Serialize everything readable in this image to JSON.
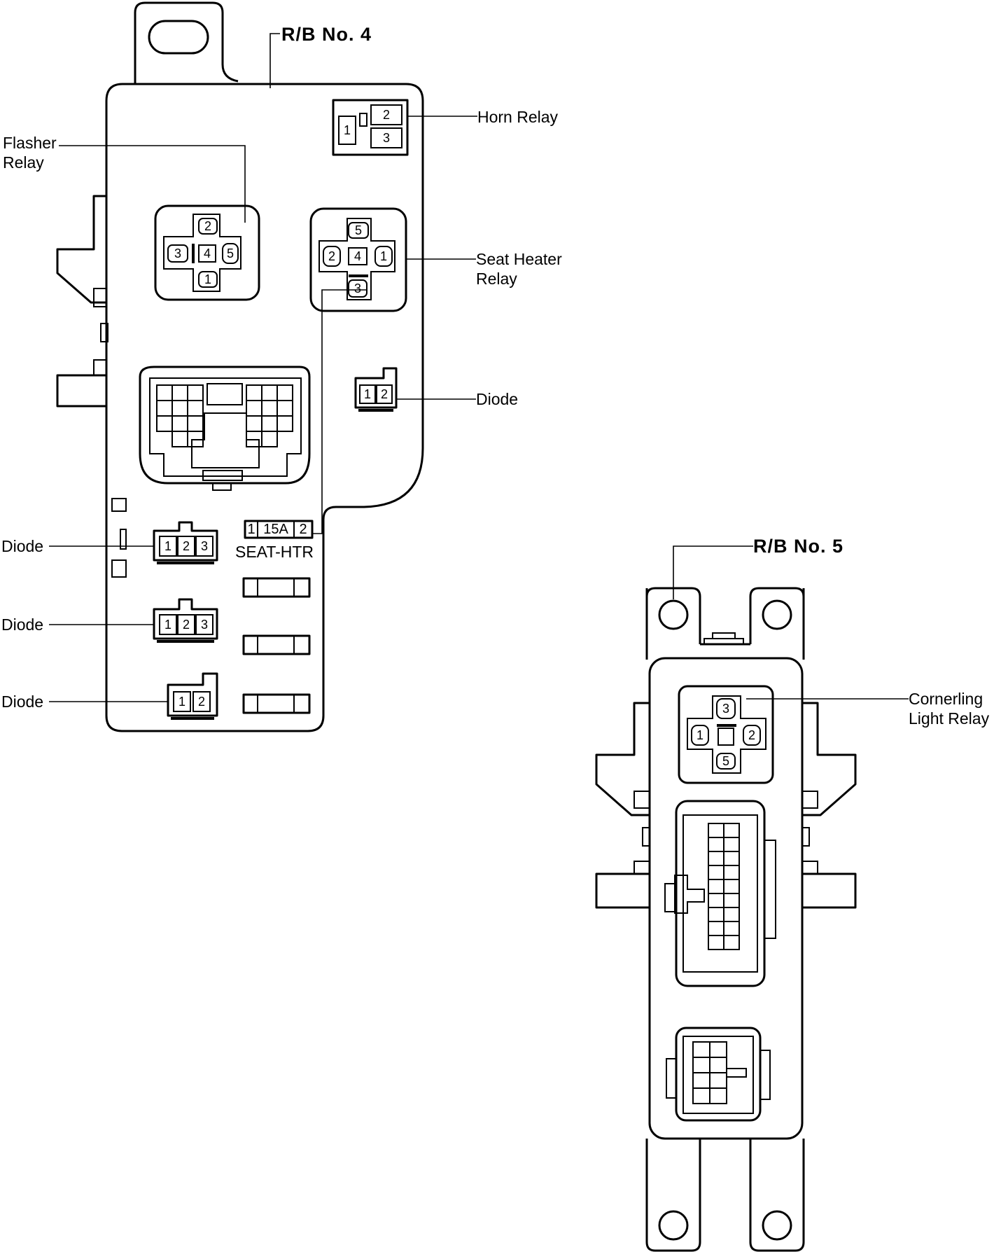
{
  "rb4": {
    "title": "R/B No. 4",
    "labels": {
      "horn_relay": "Horn Relay",
      "flasher_relay_line1": "Flasher",
      "flasher_relay_line2": "Relay",
      "seat_heater_relay_line1": "Seat Heater",
      "seat_heater_relay_line2": "Relay",
      "diode_right": "Diode",
      "diode_left_1": "Diode",
      "diode_left_2": "Diode",
      "diode_left_3": "Diode"
    },
    "horn_relay_pins": [
      "1",
      "2",
      "3"
    ],
    "flasher_relay_pins": [
      "2",
      "3",
      "4",
      "5",
      "1"
    ],
    "seat_heater_relay_pins": [
      "5",
      "2",
      "4",
      "1",
      "3"
    ],
    "diode_right_pins": [
      "1",
      "2"
    ],
    "diode_left_1_pins": [
      "1",
      "2",
      "3"
    ],
    "diode_left_2_pins": [
      "1",
      "2",
      "3"
    ],
    "diode_left_3_pins": [
      "1",
      "2"
    ],
    "fuse": {
      "pin_left": "1",
      "rating": "15A",
      "pin_right": "2",
      "name": "SEAT-HTR"
    }
  },
  "rb5": {
    "title": "R/B No. 5",
    "labels": {
      "cornering_light_relay_line1": "Cornerling",
      "cornering_light_relay_line2": "Light Relay"
    },
    "cornering_light_relay_pins": [
      "3",
      "1",
      "2",
      "5"
    ]
  },
  "colors": {
    "ink": "#000000",
    "paper": "#ffffff"
  }
}
